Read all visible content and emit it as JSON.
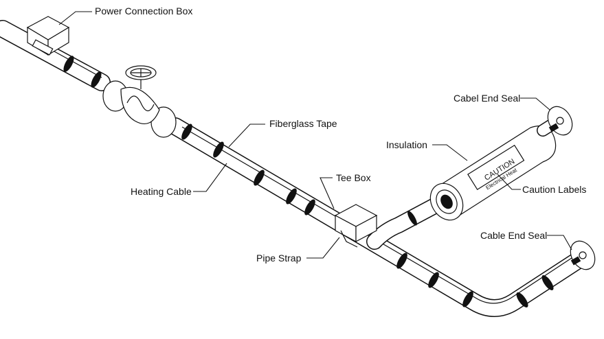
{
  "labels": {
    "power_connection_box": "Power Connection Box",
    "fiberglass_tape": "Fiberglass Tape",
    "cabel_end_seal": "Cabel End Seal",
    "insulation": "Insulation",
    "tee_box": "Tee Box",
    "heating_cable": "Heating Cable",
    "caution_labels": "Caution Labels",
    "cable_end_seal": "Cable End Seal",
    "pipe_strap": "Pipe Strap"
  },
  "caution_label": {
    "title": "CAUTION",
    "subtitle": "Electrical Heat"
  },
  "colors": {
    "ink": "#111111",
    "paper": "#ffffff"
  }
}
